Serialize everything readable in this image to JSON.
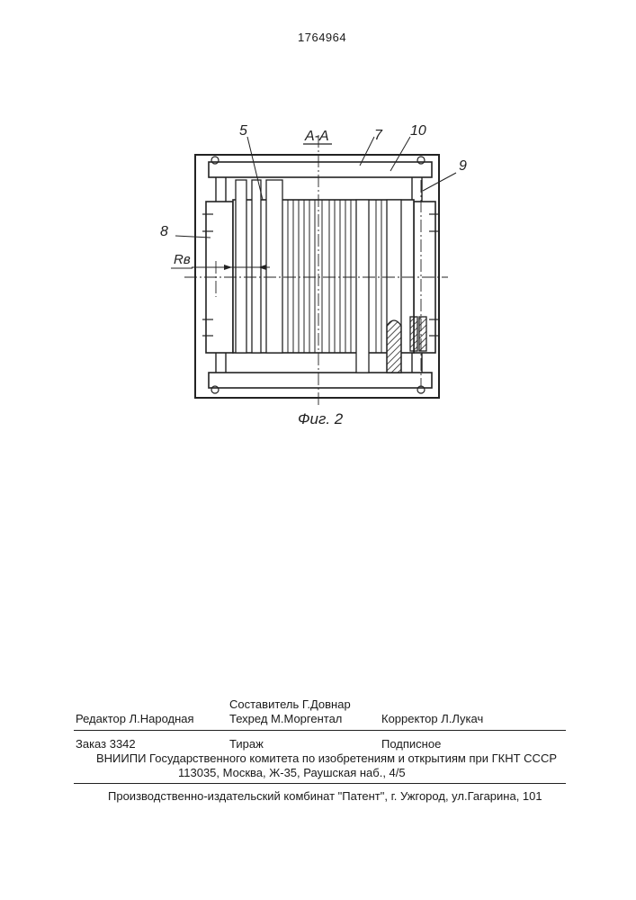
{
  "document": {
    "patent_number": "1764964"
  },
  "figure": {
    "section_label": "A-A",
    "callouts": {
      "c5": "5",
      "c7": "7",
      "c10": "10",
      "c9": "9",
      "c8": "8"
    },
    "dimension_label": "Rв",
    "caption": "Фиг. 2"
  },
  "imprint": {
    "compiler": "Составитель Г.Довнар",
    "editor": "Редактор  Л.Народная",
    "techeditor": "Техред М.Моргентал",
    "proofreader": "Корректор  Л.Лукач",
    "order": "Заказ  3342",
    "circulation": "Тираж",
    "subscription": "Подписное",
    "vniipi": "ВНИИПИ Государственного комитета по изобретениям и открытиям при ГКНТ СССР",
    "address": "113035, Москва, Ж-35, Раушская наб., 4/5",
    "publisher": "Производственно-издательский комбинат \"Патент\", г. Ужгород, ул.Гагарина, 101"
  }
}
